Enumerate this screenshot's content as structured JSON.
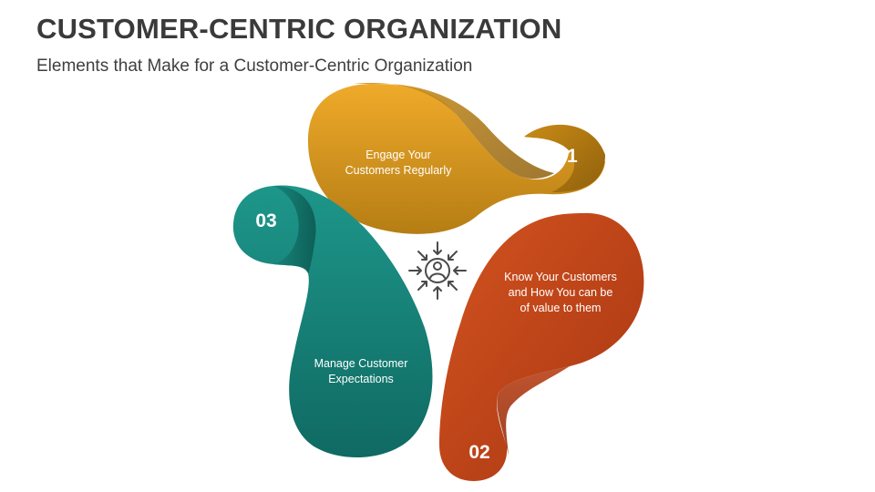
{
  "header": {
    "title": "CUSTOMER-CENTRIC ORGANIZATION",
    "subtitle": "Elements that Make for a Customer-Centric Organization"
  },
  "petals": [
    {
      "number": "01",
      "lines": [
        "Engage Your",
        "Customers Regularly"
      ],
      "color": "#d3961a"
    },
    {
      "number": "02",
      "lines": [
        "Know Your Customers",
        "and How You can be",
        "of value to them"
      ],
      "color": "#c2461c"
    },
    {
      "number": "03",
      "lines": [
        "Manage Customer",
        "Expectations"
      ],
      "color": "#167d74"
    }
  ],
  "center_icon": "customer-focus-icon"
}
